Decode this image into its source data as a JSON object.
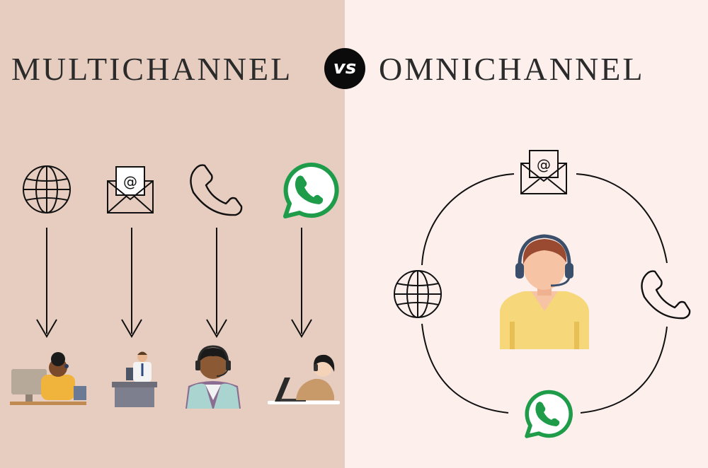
{
  "left_title": "MULTICHANNEL",
  "right_title": "OMNICHANNEL",
  "vs_badge": "vs",
  "colors": {
    "left_bg": "#e6cdbf",
    "right_bg": "#fdefec",
    "whatsapp": "#1e9c4a",
    "line": "#111111",
    "agent_shirt": "#f6d77a",
    "agent_skin": "#f7c3a5",
    "agent_hair": "#9a4a30",
    "headset": "#3b4f6b"
  },
  "multichannel_channels": [
    "globe-icon",
    "email-icon",
    "phone-icon",
    "whatsapp-icon"
  ],
  "multichannel_agents": [
    "agent-woman-desk",
    "agent-man-desk",
    "agent-headset-man",
    "agent-woman-laptop"
  ],
  "omnichannel_channels": [
    "email-icon",
    "phone-icon",
    "whatsapp-icon",
    "globe-icon"
  ],
  "omnichannel_center": "agent-headset-icon"
}
